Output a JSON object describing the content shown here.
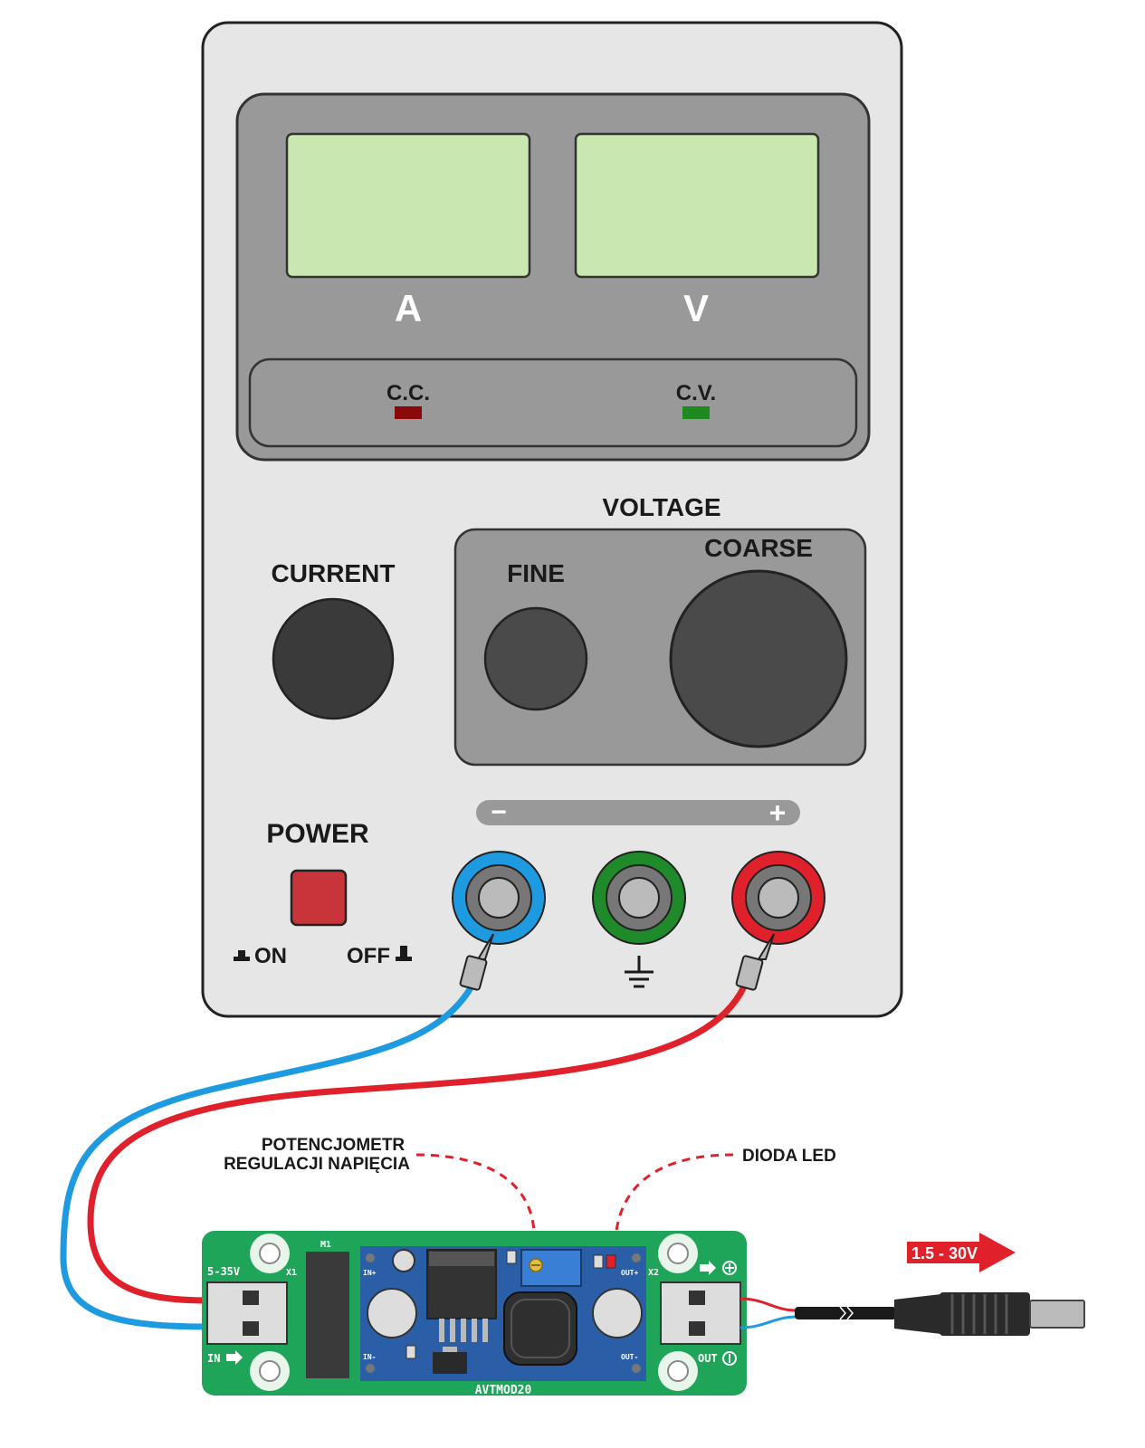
{
  "meters": {
    "current_unit": "A",
    "voltage_unit": "V"
  },
  "indicators": {
    "cc": {
      "label": "C.C.",
      "color": "#8a0a0a"
    },
    "cv": {
      "label": "C.V.",
      "color": "#1f8a1f"
    }
  },
  "controls": {
    "current_label": "CURRENT",
    "voltage_label": "VOLTAGE",
    "fine_label": "FINE",
    "coarse_label": "COARSE",
    "power_label": "POWER",
    "on_label": "ON",
    "off_label": "OFF",
    "polarity_minus": "−",
    "polarity_plus": "+"
  },
  "terminals": [
    {
      "name": "negative",
      "ring_color": "#1e9be0"
    },
    {
      "name": "ground",
      "ring_color": "#1f8a2a"
    },
    {
      "name": "positive",
      "ring_color": "#e0202a"
    }
  ],
  "annotations": {
    "pot_line1": "POTENCJOMETR",
    "pot_line2": "REGULACJI NAPIĘCIA",
    "led": "DIODA LED",
    "output_range": "1.5 - 30V"
  },
  "module": {
    "name": "AVTMOD20",
    "input_range": "5-35V",
    "x1": "X1",
    "x2": "X2",
    "m1": "M1",
    "in_label": "IN",
    "out_label": "OUT",
    "in_plus": "IN+",
    "in_minus": "IN-",
    "out_plus": "OUT+",
    "out_minus": "OUT-"
  },
  "colors": {
    "panel": "#e6e6e6",
    "display_frame": "#999999",
    "lcd": "#c8e8b0",
    "knob": "#3a3a3a",
    "power_button": "#c8343a",
    "wire_blue": "#1e9be0",
    "wire_red": "#e0202a",
    "pcb_green": "#1fa55a",
    "pcb_blue": "#2a5fa8",
    "callout": "#e0202a"
  }
}
